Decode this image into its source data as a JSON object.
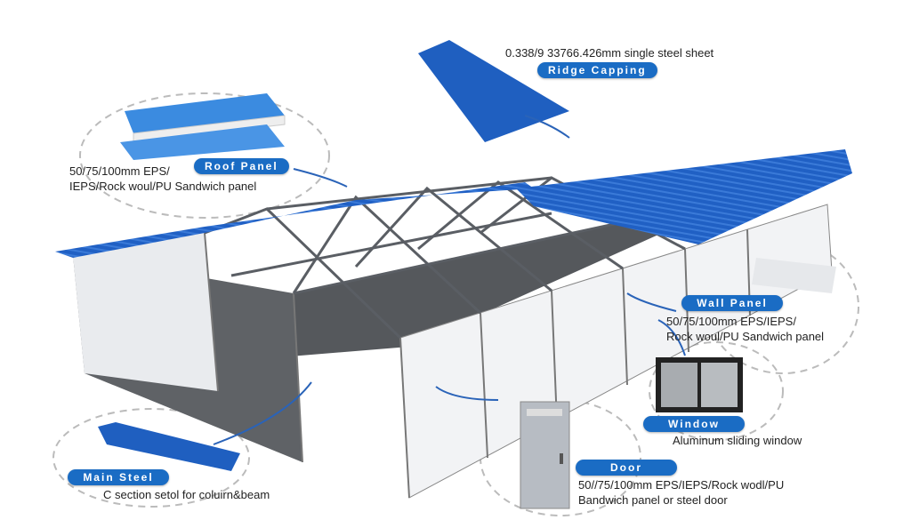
{
  "callouts": {
    "ridge_capping": {
      "label": "Ridge Capping",
      "spec": "0.338/9 33766.426mm single steel sheet"
    },
    "roof_panel": {
      "label": "Roof Panel",
      "spec_line1": "50/75/100mm EPS/",
      "spec_line2": "IEPS/Rock woul/PU Sandwich panel"
    },
    "wall_panel": {
      "label": "Wall Panel",
      "spec_line1": "50/75/100mm EPS/IEPS/",
      "spec_line2": "Rock woul/PU Sandwich panel"
    },
    "window": {
      "label": "Window",
      "spec": "Aluminum sliding window"
    },
    "door": {
      "label": "Door",
      "spec_line1": "50//75/100mm EPS/IEPS/Rock wodl/PU",
      "spec_line2": "Bandwich panel or steel door"
    },
    "main_steel": {
      "label": "Main Steel",
      "spec": "C section setol for coluirn&beam"
    }
  },
  "colors": {
    "roof_blue": "#1f5fc0",
    "label_blue": "#1a6cc4",
    "floor_gray": "#55585c",
    "wall_white": "#f2f3f5",
    "steel": "#6b6f75"
  }
}
